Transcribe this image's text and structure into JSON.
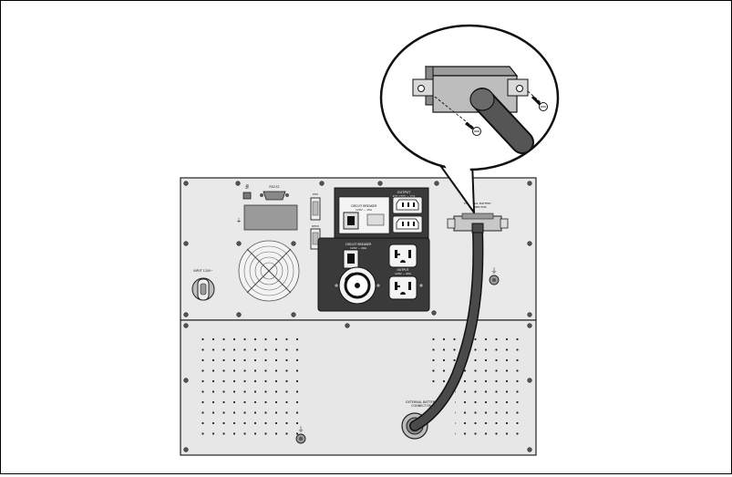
{
  "diagram": {
    "ups_panel": {
      "output_label": "OUTPUT",
      "output_rating": "100-120V ~ 10A",
      "breaker_label_1": "CIRCUIT BREAKER",
      "breaker_rating_1": "120V ~ 15A",
      "breaker_label_2": "CIRCUIT BREAKER",
      "breaker_rating_2": "120V ~ 20A",
      "output_label_2": "OUTPUT",
      "output_rating_2": "120V ~ 20A",
      "input_label": "INPUT 120V~",
      "rs232_label": "RS232",
      "epo_label": "EPO",
      "rpo_label": "REPO",
      "ebm_connector_label": "EXTERNAL BATTERY\nCONNECTOR",
      "ground_symbol": "⏚",
      "usb_symbol": "⭿"
    },
    "battery_panel": {
      "connector_label_line1": "EXTERNAL BATTERY",
      "connector_label_line2": "CONNECTOR",
      "ground_symbol": "⏚"
    },
    "colors": {
      "panel_fill": "#e7e7e7",
      "dark_panel": "#3a3a3a",
      "cable": "#4a4a4a",
      "callout_bg": "#ffffff"
    }
  }
}
